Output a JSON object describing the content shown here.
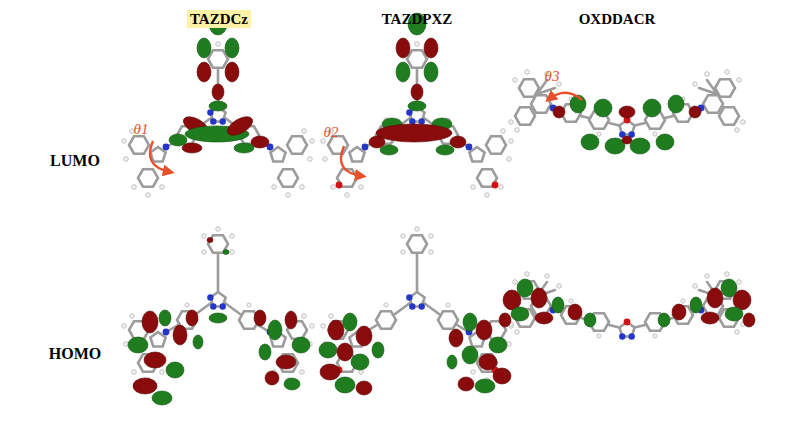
{
  "diagram": {
    "labels": [
      "TAZDCz",
      "TAZDPXZ",
      "OXDDACR",
      "θ1",
      "θ2",
      "θ3",
      "LUMO",
      "HOMO"
    ]
  }
}
